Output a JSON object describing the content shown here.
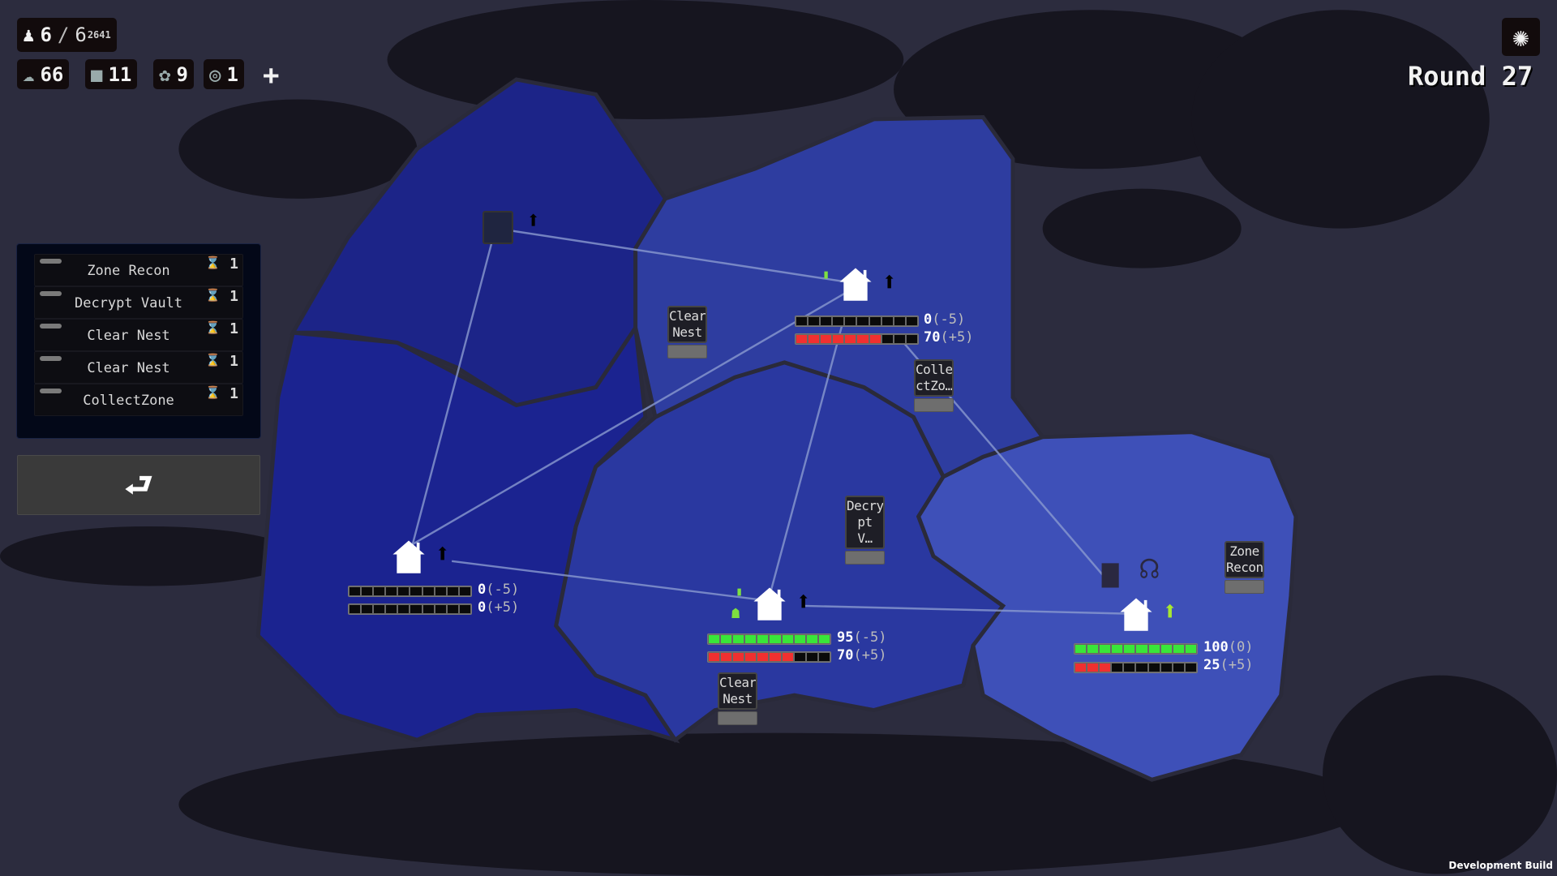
{
  "hud": {
    "population": "6",
    "separator": "/",
    "capacity": "6",
    "capacity_sub": "2641",
    "resources": [
      {
        "icon": "ore-icon",
        "value": "66"
      },
      {
        "icon": "blocks-icon",
        "value": "11"
      },
      {
        "icon": "gear-part-icon",
        "value": "9"
      },
      {
        "icon": "disc-icon",
        "value": "1"
      }
    ],
    "add_label": "+",
    "round_label": "Round 27"
  },
  "tasks": [
    {
      "name": "Zone Recon",
      "count": "1"
    },
    {
      "name": "Decrypt Vault",
      "count": "1"
    },
    {
      "name": "Clear Nest",
      "count": "1"
    },
    {
      "name": "Clear Nest",
      "count": "1"
    },
    {
      "name": "CollectZone",
      "count": "1"
    }
  ],
  "back_label": "⮐",
  "map_cards": [
    {
      "label": "Clear Nest"
    },
    {
      "label": "Colle ctZo…"
    },
    {
      "label": "Decry pt V…"
    },
    {
      "label": "Clear Nest"
    },
    {
      "label": "Zone Recon"
    }
  ],
  "nodes": [
    {
      "top_value": 0,
      "top_text": "0",
      "top_delta": "(-5)",
      "bottom_value": 70,
      "bottom_text": "70",
      "bottom_delta": "(+5)"
    },
    {
      "top_value": 0,
      "top_text": "0",
      "top_delta": "(-5)",
      "bottom_value": 0,
      "bottom_text": "0",
      "bottom_delta": "(+5)"
    },
    {
      "top_value": 95,
      "top_text": "95",
      "top_delta": "(-5)",
      "bottom_value": 70,
      "bottom_text": "70",
      "bottom_delta": "(+5)"
    },
    {
      "top_value": 100,
      "top_text": "100",
      "top_delta": "(0)",
      "bottom_value": 25,
      "bottom_text": "25",
      "bottom_delta": "(+5)"
    }
  ],
  "colors": {
    "green": "#39e639",
    "red": "#f03030",
    "zone_dark": "#1d2586",
    "zone_mid": "#2c3a9e",
    "zone_light": "#3f51b8"
  },
  "footer": "Development Build"
}
